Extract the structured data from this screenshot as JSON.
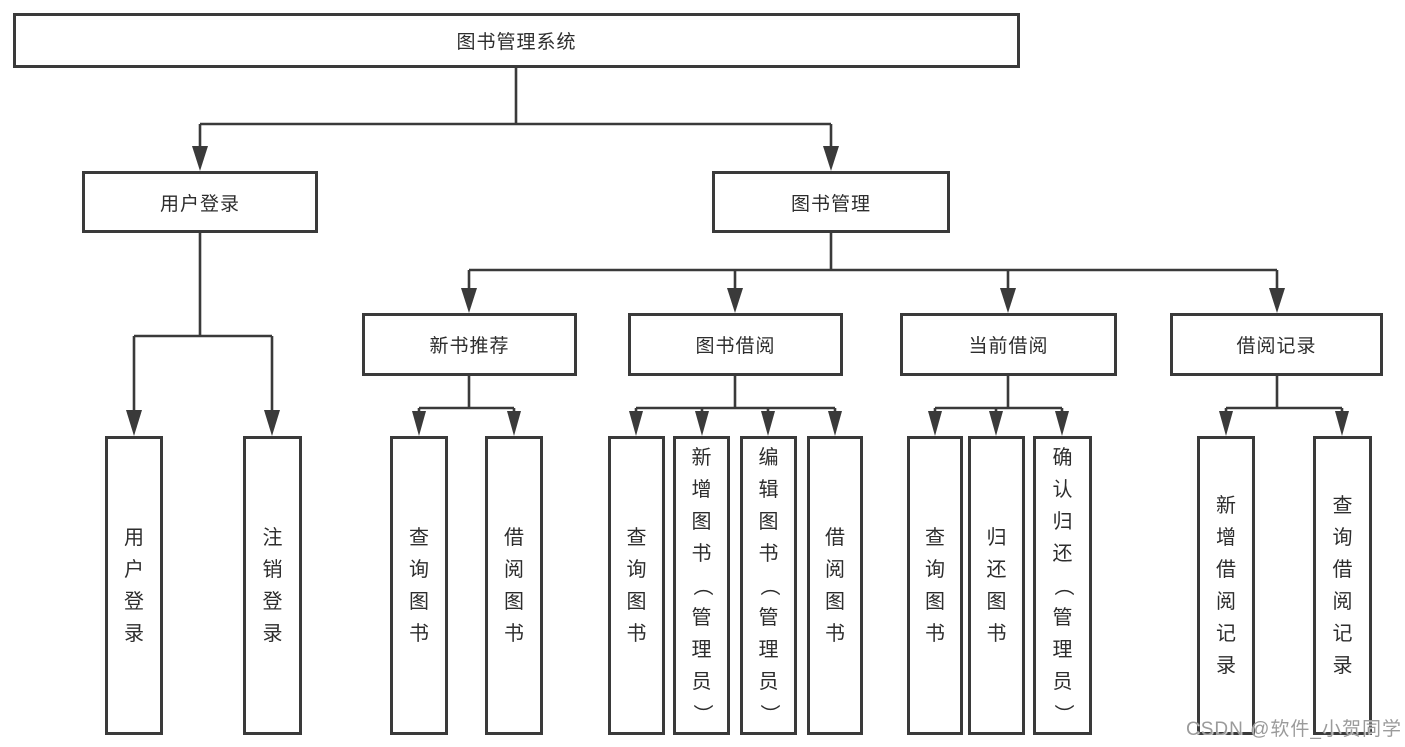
{
  "diagram": {
    "root": "图书管理系统",
    "level2": {
      "user_login": "用户登录",
      "book_mgmt": "图书管理"
    },
    "level3": {
      "new_books": "新书推荐",
      "borrow": "图书借阅",
      "current": "当前借阅",
      "records": "借阅记录"
    },
    "leaves": {
      "user_login": "用户登录",
      "logout": "注销登录",
      "nb_query": "查询图书",
      "nb_borrow": "借阅图书",
      "bw_query": "查询图书",
      "bw_add": "新增图书（管理员）",
      "bw_edit": "编辑图书（管理员）",
      "bw_borrow": "借阅图书",
      "cb_query": "查询图书",
      "cb_return": "归还图书",
      "cb_confirm": "确认归还（管理员）",
      "rec_add": "新增借阅记录",
      "rec_query": "查询借阅记录"
    }
  },
  "watermark": "CSDN @软件_小贺同学"
}
